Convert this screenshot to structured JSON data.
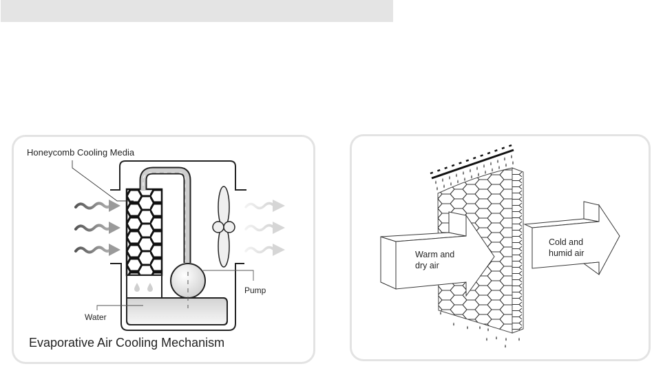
{
  "header_bar": {
    "text": ""
  },
  "left_diagram": {
    "labels": {
      "media": "Honeycomb Cooling Media",
      "pump": "Pump",
      "water": "Water"
    },
    "caption": "Evaporative Air Cooling Mechanism",
    "inflow_arrows": 3,
    "outflow_arrows": 3
  },
  "right_diagram": {
    "labels": {
      "inflow_line1": "Warm and",
      "inflow_line2": "dry air",
      "outflow_line1": "Cold and",
      "outflow_line2": "humid air"
    }
  },
  "colors": {
    "panel_border": "#e3e3e3",
    "top_bar": "#e4e4e4",
    "ink": "#222222",
    "warm_arrow": "#7a7a7a",
    "cool_arrow": "#dcdcdc"
  }
}
